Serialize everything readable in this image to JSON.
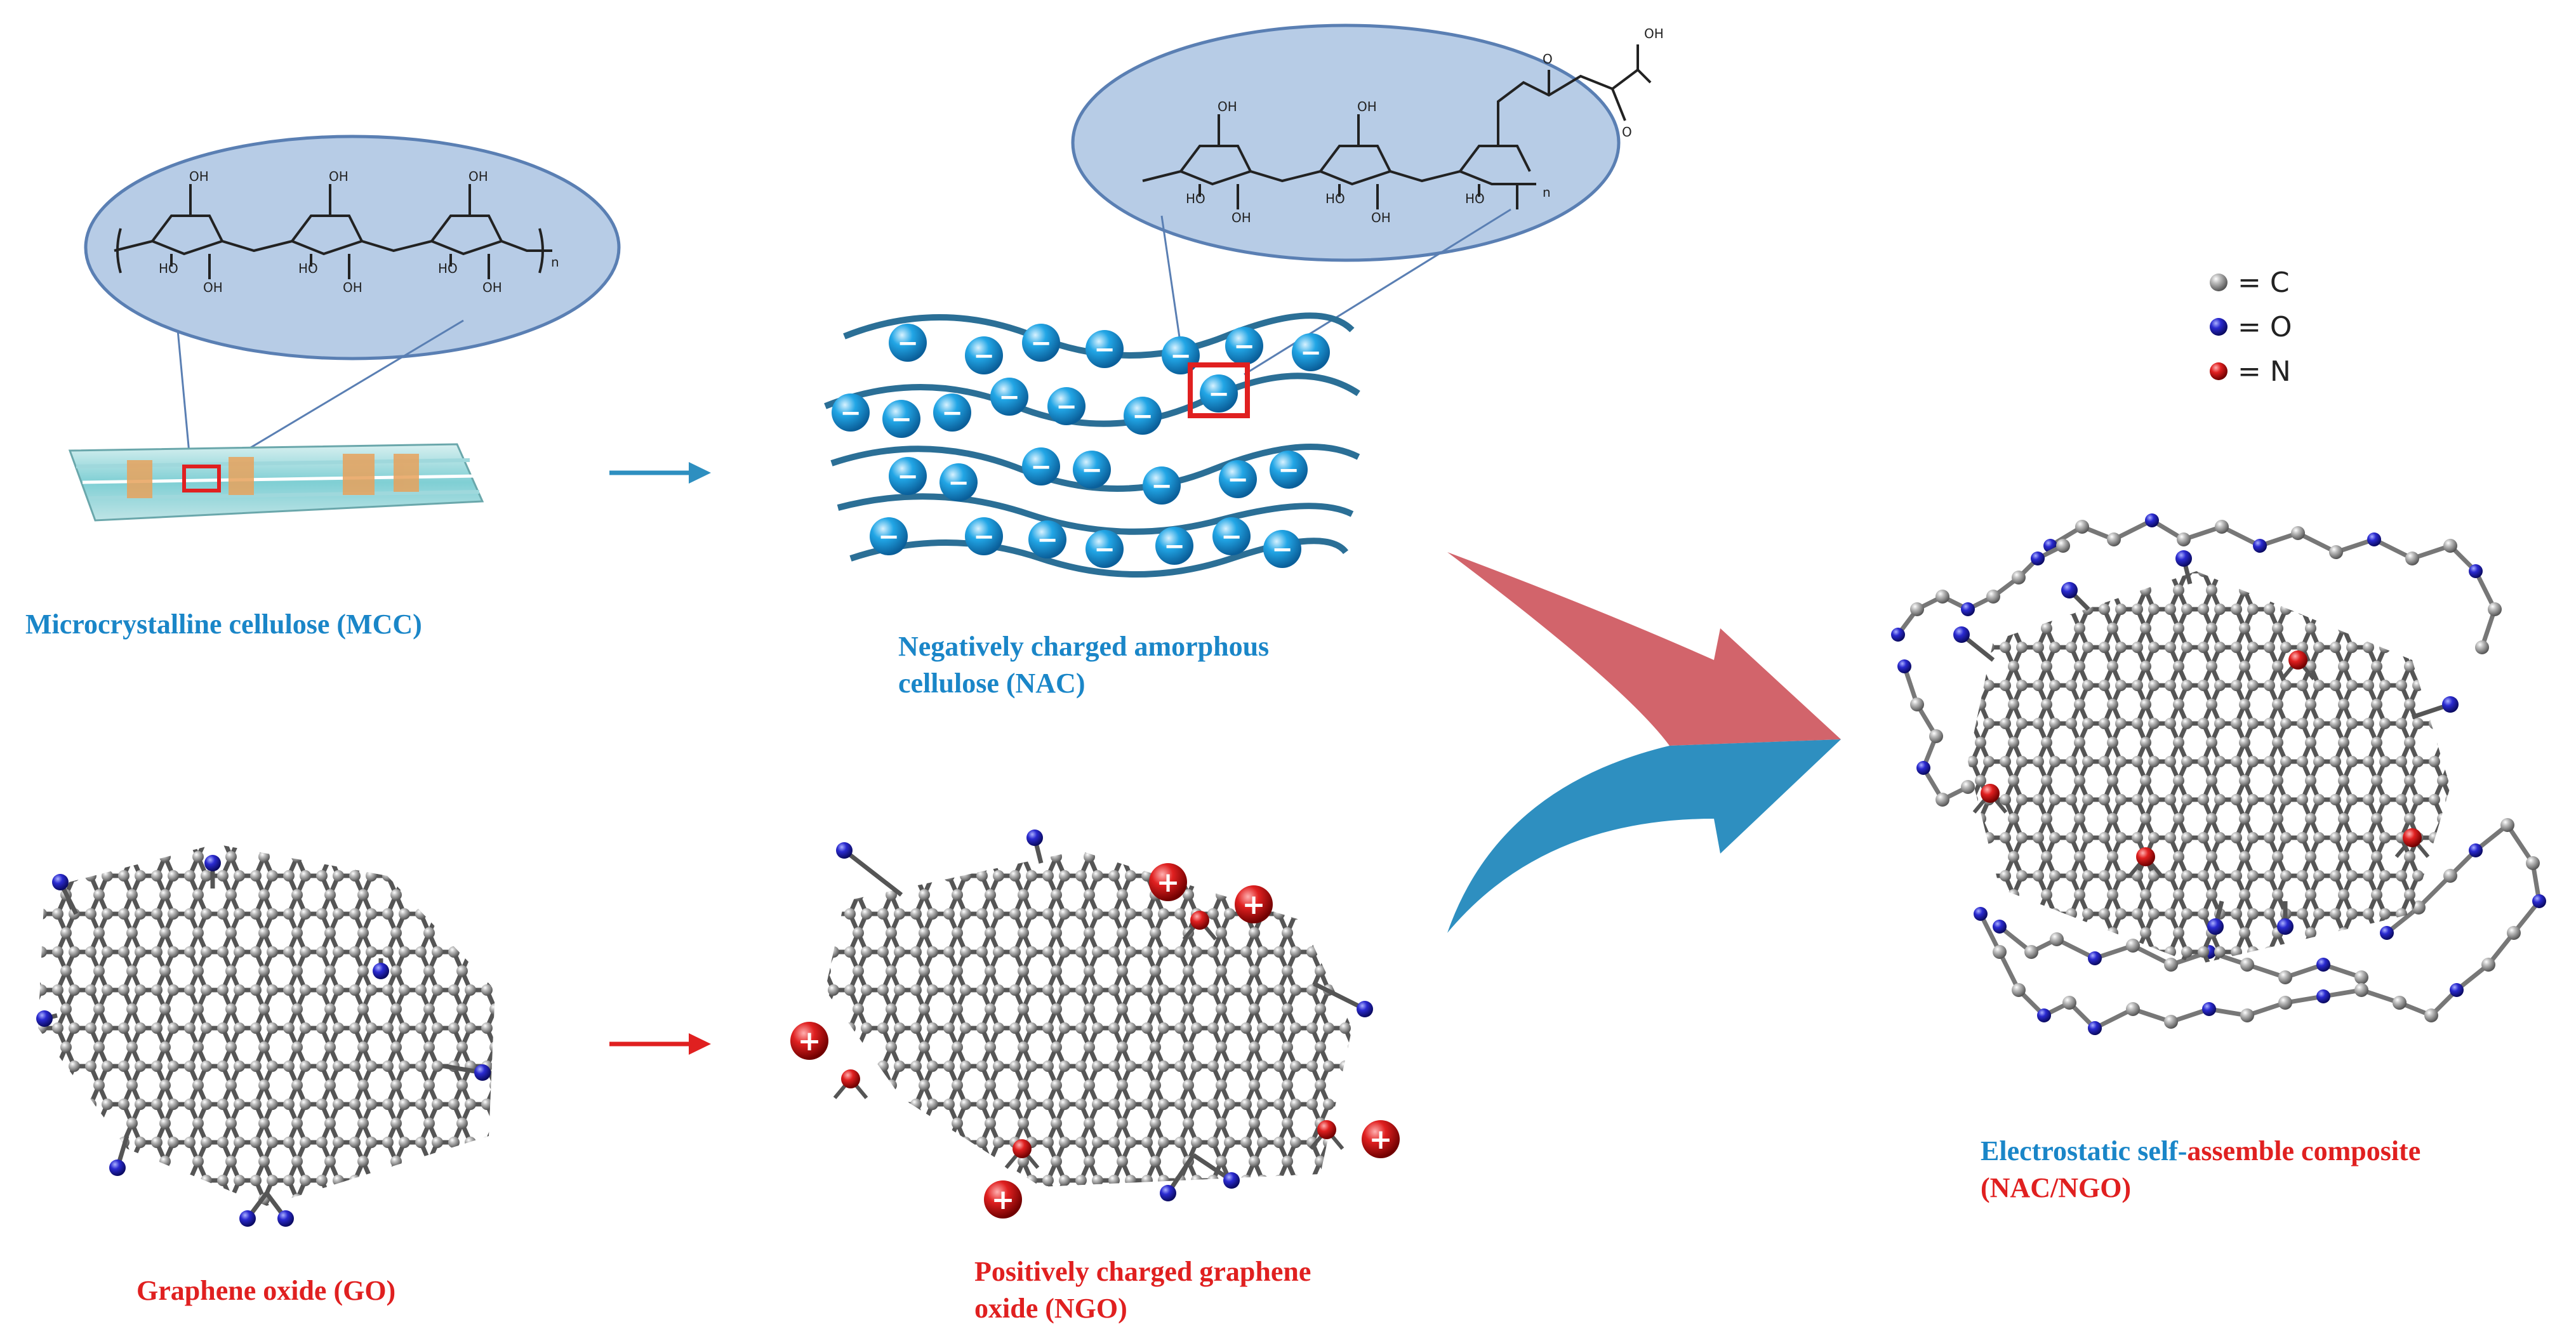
{
  "labels": {
    "mcc": "Microcrystalline cellulose (MCC)",
    "nac_line1": "Negatively charged amorphous",
    "nac_line2": "cellulose (NAC)",
    "go": "Graphene oxide (GO)",
    "ngo_line1": "Positively charged graphene",
    "ngo_line2": "oxide (NGO)",
    "composite_part1": "Electrostatic self-",
    "composite_part2": "assemble composite",
    "composite_line2": "(NAC/NGO)"
  },
  "legend": [
    {
      "symbol": "= C",
      "color": "#9a9a9a"
    },
    {
      "symbol": "= O",
      "color": "#2a2ad0"
    },
    {
      "symbol": "= N",
      "color": "#e03030"
    }
  ],
  "charges": {
    "negative": "−",
    "positive": "+"
  },
  "chem": {
    "oh": "OH",
    "ho": "HO",
    "o": "O",
    "n": "n"
  },
  "colors": {
    "blue_text": "#1a86c8",
    "red_text": "#e02020",
    "ellipse_fill": "#b7cce6",
    "big_arrow_top": "#d2646b",
    "big_arrow_bottom": "#2e8fc0"
  }
}
